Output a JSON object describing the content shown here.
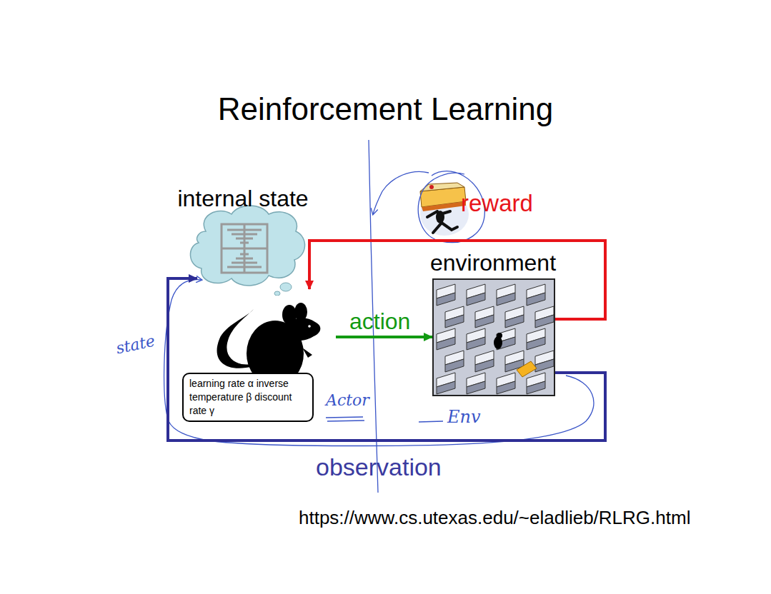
{
  "diagram": {
    "title": "Reinforcement Learning",
    "nodes": [
      {
        "text": [
          "internal state"
        ]
      },
      {
        "text": [
          "learning rate α inverse temperature β discount rate γ"
        ]
      },
      {
        "text": [
          "environment"
        ]
      }
    ],
    "edges": [
      {
        "from": 1,
        "to": 2,
        "arrow": "to",
        "label": "action"
      },
      {
        "from": 2,
        "to": 1,
        "arrow": "to",
        "label": "reward"
      },
      {
        "from": 2,
        "to": 0,
        "arrow": "to",
        "label": "observation"
      }
    ],
    "labels": [
      "state",
      "Actor",
      "Env",
      "https://www.cs.utexas.edu/~eladlieb/RLRG.html"
    ]
  }
}
